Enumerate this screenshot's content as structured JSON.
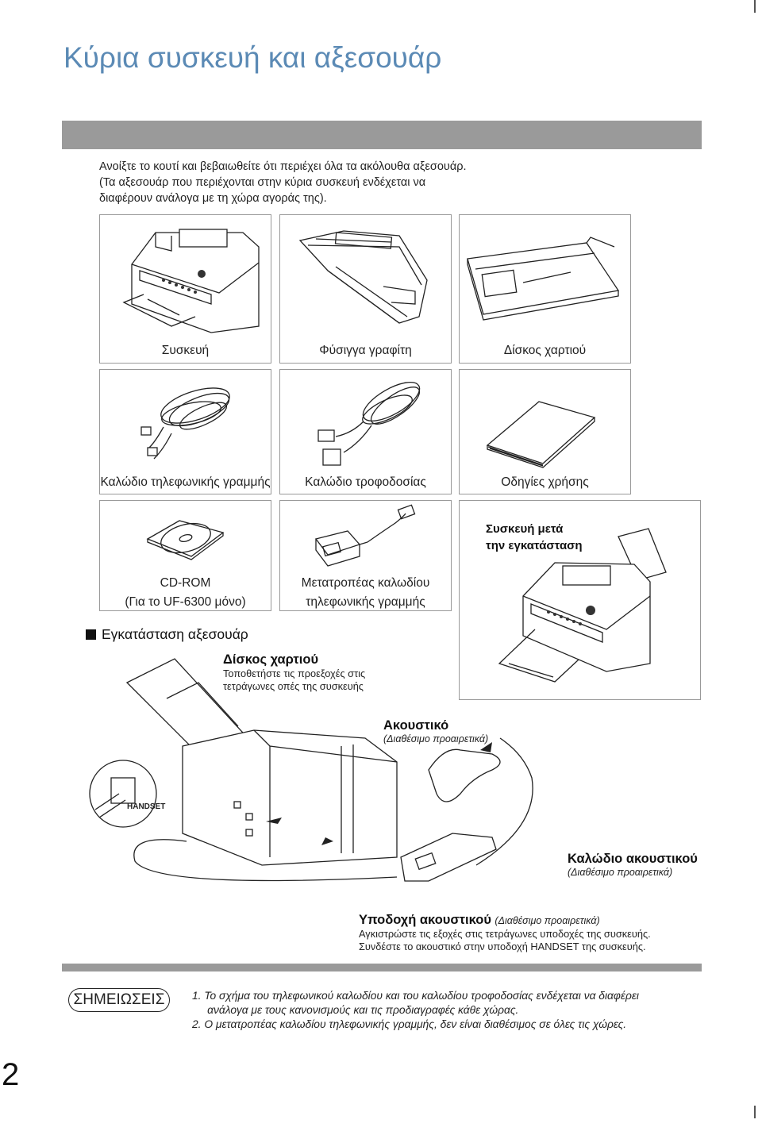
{
  "page": {
    "title": "Κύρια συσκευή και αξεσουάρ",
    "page_number": "2"
  },
  "intro": {
    "line1": "Ανοίξτε το κουτί και βεβαιωθείτε ότι περιέχει όλα τα ακόλουθα αξεσουάρ.",
    "line2": "(Τα αξεσουάρ που περιέχονται στην κύρια συσκευή ενδέχεται να",
    "line3": "διαφέρουν ανάλογα με τη χώρα αγοράς της)."
  },
  "items": {
    "unit": "Συσκευή",
    "toner": "Φύσιγγα γραφίτη",
    "tray": "Δίσκος χαρτιού",
    "tel_cable": "Καλώδιο τηλεφωνικής γραμμής",
    "power_cable": "Καλώδιο τροφοδοσίας",
    "manual": "Οδηγίες χρήσης",
    "cdrom": "CD-ROM",
    "cdrom_note": "(Για το UF-6300 μόνο)",
    "adapter_l1": "Μετατροπέας καλωδίου",
    "adapter_l2": "τηλεφωνικής γραμμής",
    "after_l1": "Συσκευή μετά",
    "after_l2": "την εγκατάσταση"
  },
  "install": {
    "heading": "Εγκατάσταση αξεσουάρ",
    "tray_title": "Δίσκος χαρτιού",
    "tray_l1": "Τοποθετήστε τις προεξοχές στις",
    "tray_l2": "τετράγωνες οπές της συσκευής",
    "handset_title": "Ακουστικό",
    "handset_opt": "(Διαθέσιμο προαιρετικά)",
    "handset_cable_title": "Καλώδιο ακουστικού",
    "handset_cable_opt": "(Διαθέσιμο προαιρετικά)",
    "cradle_title": "Υποδοχή ακουστικού",
    "cradle_opt": "(Διαθέσιμο προαιρετικά)",
    "cradle_l1": "Αγκιστρώστε τις εξοχές στις τετράγωνες υποδοχές της συσκευής.",
    "cradle_l2": "Συνδέστε το ακουστικό στην υποδοχή HANDSET της συσκευής.",
    "handset_port_label": "HANDSET"
  },
  "notes": {
    "badge": "ΣΗΜΕΙΩΣΕΙΣ",
    "n1_l1": "1.  Το σχήμα του τηλεφωνικού καλωδίου και του καλωδίου τροφοδοσίας ενδέχεται να διαφέρει",
    "n1_l2": "     ανάλογα με τους κανονισμούς και τις προδιαγραφές κάθε χώρας.",
    "n2": "2.  Ο μετατροπέας καλωδίου τηλεφωνικής γραμμής, δεν είναι διαθέσιμος σε όλες τις χώρες."
  },
  "colors": {
    "title": "#5b8ab5",
    "bar": "#9a9a9a"
  }
}
